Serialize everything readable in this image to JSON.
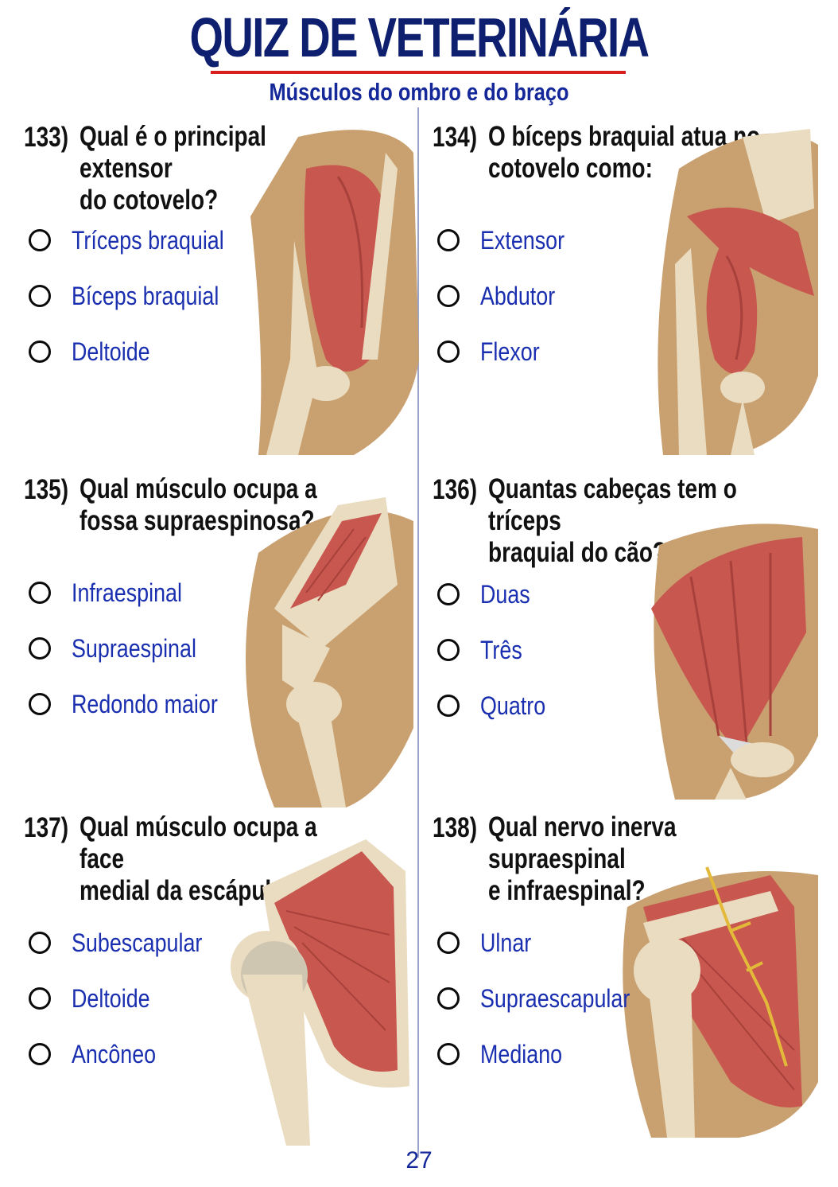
{
  "header": {
    "title": "QUIZ DE VETERINÁRIA",
    "subtitle": "Músculos do ombro e do braço"
  },
  "colors": {
    "title": "#0d1f6e",
    "rule": "#d81e1e",
    "option_text": "#1a2fb0",
    "muscle": "#c8574f",
    "bone": "#eadcc0",
    "fur": "#c9a070"
  },
  "questions": [
    {
      "number": "133)",
      "text": "Qual é o principal extensor\ndo cotovelo?",
      "options": [
        "Tríceps braquial",
        "Bíceps braquial",
        "Deltoide"
      ],
      "illustration": "triceps-illustration"
    },
    {
      "number": "134)",
      "text": "O bíceps braquial atua no\ncotovelo como:",
      "options": [
        "Extensor",
        "Abdutor",
        "Flexor"
      ],
      "illustration": "biceps-illustration"
    },
    {
      "number": "135)",
      "text": "Qual músculo ocupa a\nfossa supraespinosa?",
      "options": [
        "Infraespinal",
        "Supraespinal",
        "Redondo maior"
      ],
      "illustration": "scapula-supraspinatus-illustration"
    },
    {
      "number": "136)",
      "text": "Quantas cabeças tem o tríceps\nbraquial do cão?",
      "options": [
        "Duas",
        "Três",
        "Quatro"
      ],
      "illustration": "triceps-heads-illustration"
    },
    {
      "number": "137)",
      "text": "Qual músculo ocupa a face\nmedial da escápula?",
      "options": [
        "Subescapular",
        "Deltoide",
        "Ancôneo"
      ],
      "illustration": "subscapularis-illustration"
    },
    {
      "number": "138)",
      "text": "Qual nervo inerva supraespinal\ne infraespinal?",
      "options": [
        "Ulnar",
        "Supraescapular",
        "Mediano"
      ],
      "illustration": "suprascapular-nerve-illustration"
    }
  ],
  "footer": {
    "page_number": "27"
  }
}
